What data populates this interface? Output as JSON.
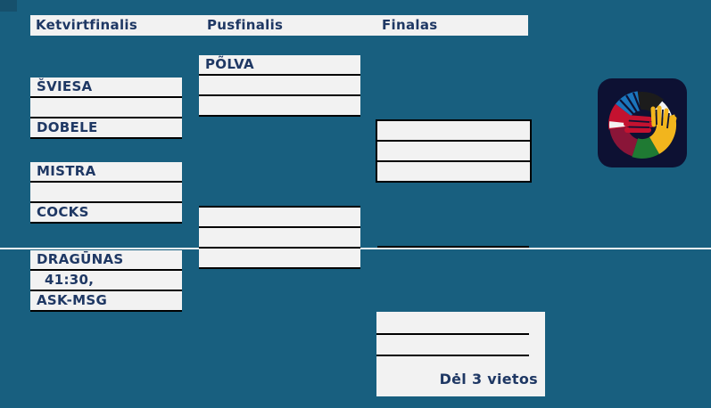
{
  "page": {
    "background_color": "#185F7F",
    "box_fill_color": "#F2F2F2",
    "text_color": "#1F3864",
    "border_color": "#000000"
  },
  "headers": {
    "quarterfinals": "Ketvirtfinalis",
    "semifinals": "Pusfinalis",
    "finals": "Finalas"
  },
  "quarterfinals": [
    {
      "rows": [
        "ŠVIESA",
        "",
        "DOBELE"
      ]
    },
    {
      "rows": [
        "MISTRA",
        "",
        "COCKS"
      ]
    },
    {
      "rows": [
        "DRAGŪNAS",
        "41:30,",
        "ASK-MSG"
      ]
    }
  ],
  "semifinals": [
    {
      "rows": [
        "PÕLVA",
        "",
        ""
      ]
    },
    {
      "rows": [
        "",
        "",
        ""
      ]
    }
  ],
  "final": {
    "rows": [
      "",
      "",
      ""
    ]
  },
  "third_place": {
    "label": "Dėl 3 vietos"
  },
  "logo": {
    "name": "handball-league-hands-logo",
    "palette": {
      "background": "#0D1133",
      "blue": "#1B75BC",
      "red": "#C41230",
      "dark_red": "#8A1538",
      "yellow": "#F2B51D",
      "green": "#1F7A33",
      "black": "#1C1C1C",
      "white": "#F2F2F2"
    }
  }
}
